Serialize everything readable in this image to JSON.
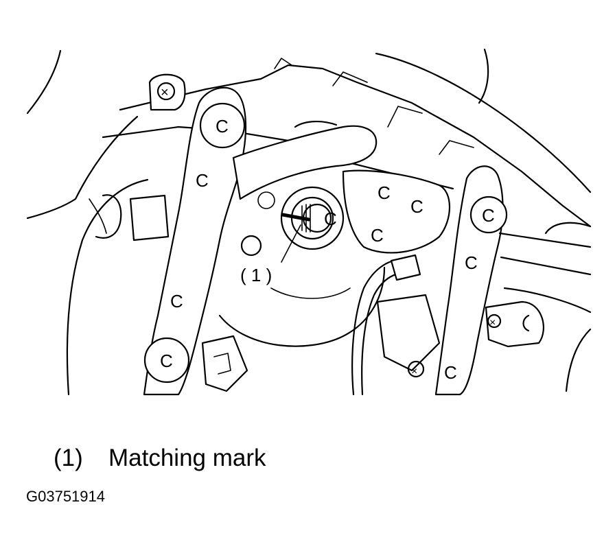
{
  "diagram": {
    "callout_label": "( 1 )",
    "part_letter": "C",
    "screw_symbol": "×"
  },
  "legend": {
    "number": "(1)",
    "text": "Matching mark"
  },
  "figure_code": "G03751914"
}
